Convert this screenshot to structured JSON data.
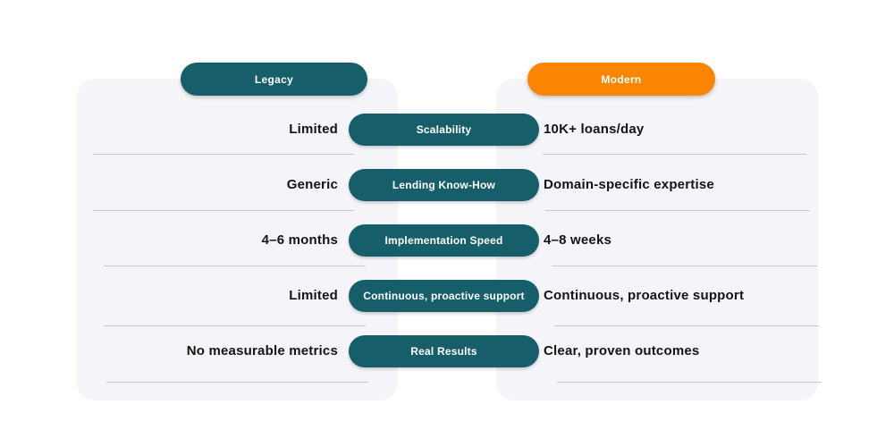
{
  "colors": {
    "teal": "#165E6A",
    "orange": "#FB8500",
    "panel_bg": "#F4F4F9",
    "divider": "#C7C7CD",
    "text": "#141414",
    "pill_text": "#FFFFFF"
  },
  "columns": {
    "legacy": {
      "label": "Legacy"
    },
    "modern": {
      "label": "Modern"
    }
  },
  "rows": [
    {
      "feature": "Scalability",
      "legacy": "Limited",
      "modern": "10K+ loans/day"
    },
    {
      "feature": "Lending Know-How",
      "legacy": "Generic",
      "modern": "Domain-specific expertise"
    },
    {
      "feature": "Implementation Speed",
      "legacy": "4–6 months",
      "modern": "4–8 weeks"
    },
    {
      "feature": "Continuous, proactive support",
      "legacy": "Limited",
      "modern": "Continuous, proactive support"
    },
    {
      "feature": "Real Results",
      "legacy": "No measurable metrics",
      "modern": "Clear, proven outcomes"
    }
  ]
}
